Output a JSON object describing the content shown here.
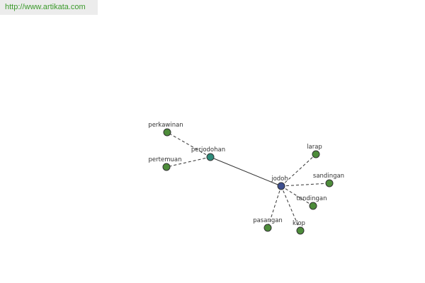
{
  "site_url": "http://www.artikata.com",
  "colors": {
    "center": "#3e4f8f",
    "hub": "#2e8b7a",
    "leaf": "#4d8c3a",
    "node_stroke": "#333333",
    "edge": "#333333"
  },
  "nodes": [
    {
      "id": "jodoh",
      "label": "jodoh",
      "kind": "center"
    },
    {
      "id": "perjodohan",
      "label": "perjodohan",
      "kind": "hub"
    },
    {
      "id": "perkawinan",
      "label": "perkawinan",
      "kind": "leaf"
    },
    {
      "id": "pertemuan",
      "label": "pertemuan",
      "kind": "leaf"
    },
    {
      "id": "larap",
      "label": "larap",
      "kind": "leaf"
    },
    {
      "id": "sandingan",
      "label": "sandingan",
      "kind": "leaf"
    },
    {
      "id": "tandingan",
      "label": "tandingan",
      "kind": "leaf"
    },
    {
      "id": "klop",
      "label": "klop",
      "kind": "leaf"
    },
    {
      "id": "pasangan",
      "label": "pasangan",
      "kind": "leaf"
    }
  ],
  "edges": [
    {
      "from": "jodoh",
      "to": "perjodohan",
      "style": "solid"
    },
    {
      "from": "perjodohan",
      "to": "perkawinan",
      "style": "dashed"
    },
    {
      "from": "perjodohan",
      "to": "pertemuan",
      "style": "dashed"
    },
    {
      "from": "jodoh",
      "to": "larap",
      "style": "dashed"
    },
    {
      "from": "jodoh",
      "to": "sandingan",
      "style": "dashed"
    },
    {
      "from": "jodoh",
      "to": "tandingan",
      "style": "dashed"
    },
    {
      "from": "jodoh",
      "to": "klop",
      "style": "dashed"
    },
    {
      "from": "jodoh",
      "to": "pasangan",
      "style": "dashed"
    }
  ]
}
